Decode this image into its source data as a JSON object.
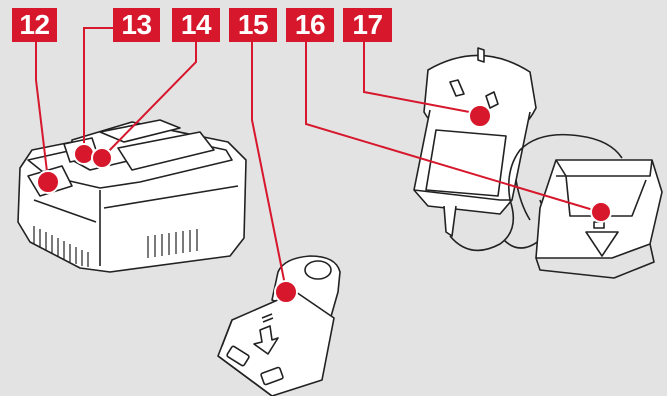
{
  "colors": {
    "background": "#e3e3e3",
    "accent_red": "#d6172c",
    "line_art": "#222222",
    "fill": "#ffffff"
  },
  "callouts": [
    {
      "number": "12",
      "target": "battery-pack-fuel-gauge"
    },
    {
      "number": "13",
      "target": "battery-pack-release-button"
    },
    {
      "number": "14",
      "target": "battery-pack-contact"
    },
    {
      "number": "15",
      "target": "usb-adapter"
    },
    {
      "number": "16",
      "target": "charger-indicator-led"
    },
    {
      "number": "17",
      "target": "power-plug"
    }
  ]
}
